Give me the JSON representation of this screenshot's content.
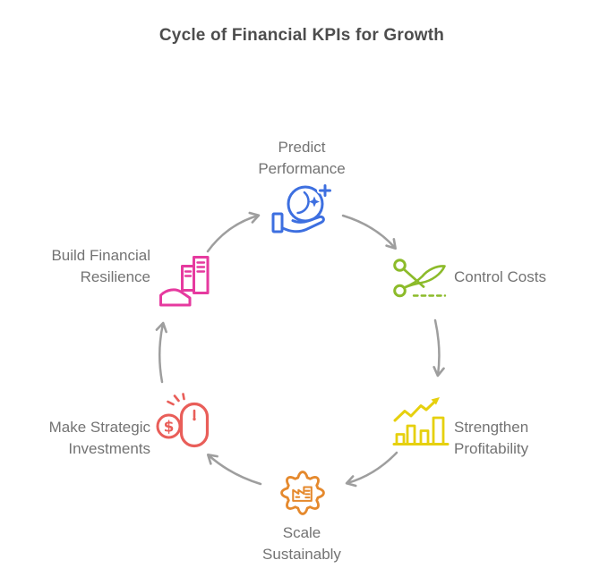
{
  "title": "Cycle of Financial KPIs for Growth",
  "diagram_type": "circular-cycle",
  "flow_direction": "clockwise",
  "nodes": [
    {
      "id": "predict-performance",
      "line1": "Predict",
      "line2": "Performance",
      "position": "top",
      "icon": "crystal-ball-in-hand-icon",
      "color": "#3d6fe0"
    },
    {
      "id": "control-costs",
      "line1": "Control Costs",
      "position": "upper-right",
      "icon": "scissors-cut-icon",
      "color": "#8cbb2a"
    },
    {
      "id": "strengthen-profitability",
      "line1": "Strengthen",
      "line2": "Profitability",
      "position": "lower-right",
      "icon": "growth-bar-chart-icon",
      "color": "#e6d00e"
    },
    {
      "id": "scale-sustainably",
      "line1": "Scale",
      "line2": "Sustainably",
      "position": "bottom",
      "icon": "gear-factory-icon",
      "color": "#e5892d"
    },
    {
      "id": "make-strategic-investments",
      "line1": "Make Strategic",
      "line2": "Investments",
      "position": "lower-left",
      "icon": "mouse-dollar-icon",
      "color": "#e95e59"
    },
    {
      "id": "build-financial-resilience",
      "line1": "Build Financial",
      "line2": "Resilience",
      "position": "upper-left",
      "icon": "hand-buildings-icon",
      "color": "#e63a9f"
    }
  ],
  "cycle_order": [
    "predict-performance",
    "control-costs",
    "strengthen-profitability",
    "scale-sustainably",
    "make-strategic-investments",
    "build-financial-resilience"
  ],
  "glyphs": {
    "dollar_sign": "$"
  },
  "palette": {
    "arrow": "#9e9e9e",
    "title_text": "#4d4d4d",
    "label_text": "#737373",
    "background": "#ffffff"
  }
}
